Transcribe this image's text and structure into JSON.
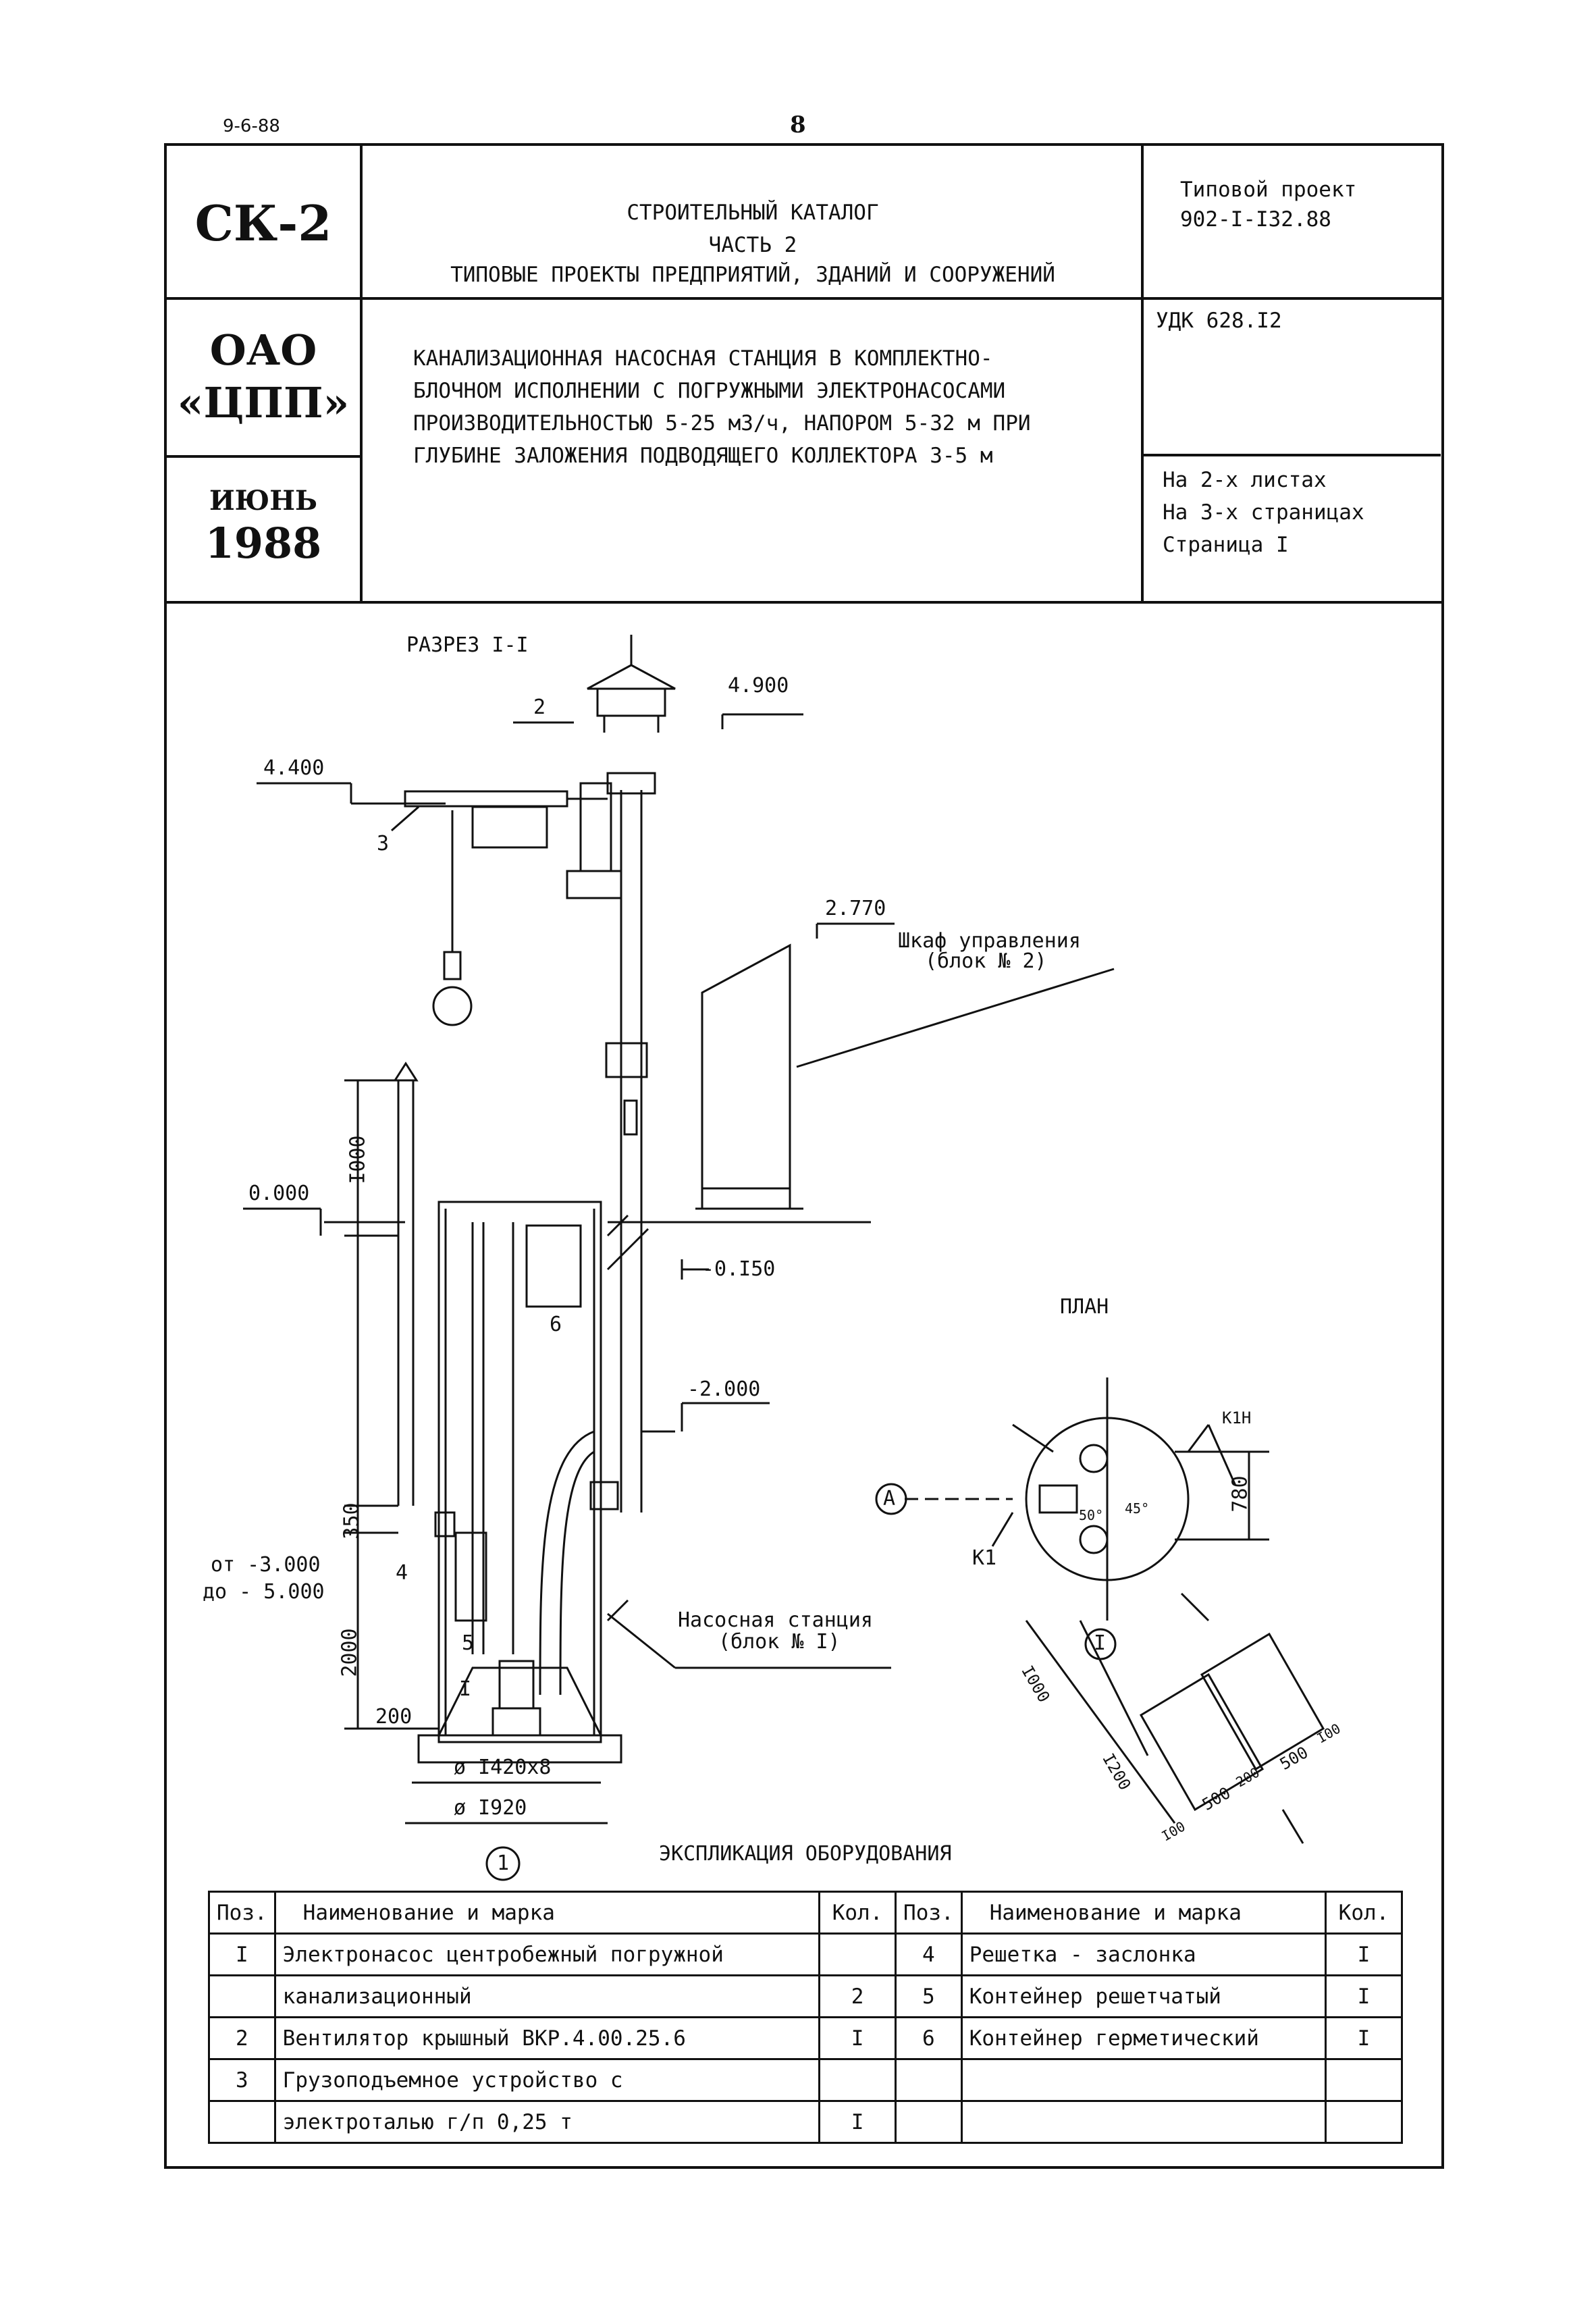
{
  "top": {
    "left_note": "9-6-88",
    "page_number": "8"
  },
  "header": {
    "code": "СК-2",
    "org": [
      "ОАО",
      "«ЦПП»"
    ],
    "date": [
      "ИЮНЬ",
      "1988"
    ],
    "catalog": [
      "СТРОИТЕЛЬНЫЙ КАТАЛОГ",
      "ЧАСТЬ 2",
      "ТИПОВЫЕ ПРОЕКТЫ ПРЕДПРИЯТИЙ, ЗДАНИЙ И СООРУЖЕНИЙ"
    ],
    "project": [
      "Типовой проект",
      "902-I-I32.88"
    ],
    "title": [
      "КАНАЛИЗАЦИОННАЯ НАСОСНАЯ СТАНЦИЯ В КОМПЛЕКТНО-",
      "БЛОЧНОМ ИСПОЛНЕНИИ С ПОГРУЖНЫМИ ЭЛЕКТРОНАСОСАМИ",
      "ПРОИЗВОДИТЕЛЬНОСТЬЮ 5-25 м3/ч, НАПОРОМ 5-32 м ПРИ",
      "ГЛУБИНЕ ЗАЛОЖЕНИЯ ПОДВОДЯЩЕГО КОЛЛЕКТОРА 3-5 м"
    ],
    "udk": "УДК 628.I2",
    "sheets": [
      "На 2-х листах",
      "На 3-х страницах",
      "Страница I"
    ]
  },
  "drawing": {
    "section_title": "РАЗРЕЗ I-I",
    "plan_title": "ПЛАН",
    "elevations": [
      "4.900",
      "4.400",
      "2.770",
      "0.000",
      "-0.I50",
      "-2.000"
    ],
    "depth_from": "от -3.000",
    "depth_to": "до - 5.000",
    "dims": [
      "I000",
      "350",
      "2000",
      "200",
      "ø I420x8",
      "ø I920",
      "780",
      "I000",
      "I200",
      "500",
      "500",
      "200",
      "I00",
      "I00"
    ],
    "positions": [
      "2",
      "3",
      "6",
      "4",
      "5",
      "I"
    ],
    "callout_cabinet": [
      "Шкаф управления",
      "(блок № 2)"
    ],
    "callout_station": [
      "Насосная станция",
      "(блок № I)"
    ],
    "plan_labels": [
      "K1H",
      "K1",
      "A",
      "I",
      "50°",
      "45°"
    ],
    "section_mark": "1"
  },
  "table": {
    "title": "ЭКСПЛИКАЦИЯ ОБОРУДОВАНИЯ",
    "headers": [
      "Поз.",
      "Наименование и марка",
      "Кол.",
      "Поз.",
      "Наименование и марка",
      "Кол."
    ],
    "rows": [
      [
        "I",
        "Электронасос центробежный погружной",
        "",
        "4",
        "Решетка - заслонка",
        "I"
      ],
      [
        "",
        "канализационный",
        "2",
        "5",
        "Контейнер решетчатый",
        "I"
      ],
      [
        "2",
        "Вентилятор крышный ВКР.4.00.25.6",
        "I",
        "6",
        "Контейнер герметический",
        "I"
      ],
      [
        "3",
        "Грузоподъемное устройство с",
        "",
        "",
        "",
        ""
      ],
      [
        "",
        "электроталью г/п 0,25 т",
        "I",
        "",
        "",
        ""
      ]
    ]
  }
}
